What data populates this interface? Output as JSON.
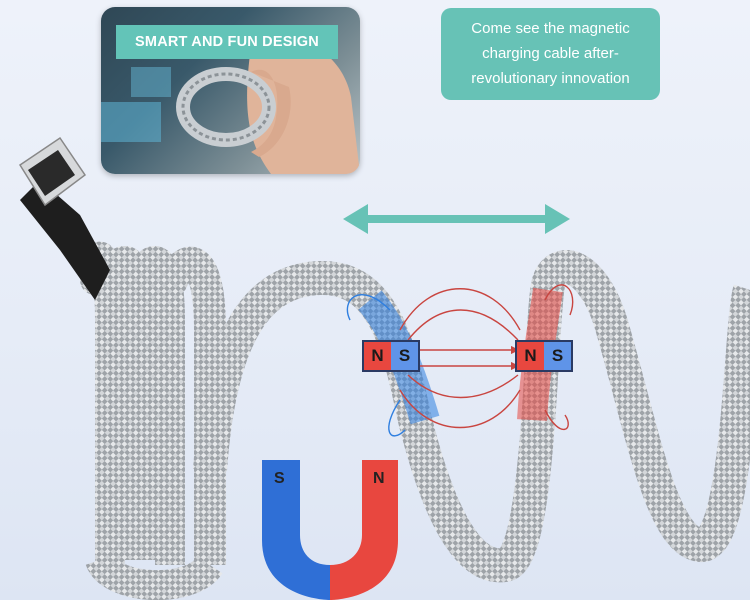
{
  "inset": {
    "label": "SMART AND FUN DESIGN"
  },
  "callout": {
    "lines": [
      "Come see the magnetic",
      "charging cable after-",
      "revolutionary innovation"
    ]
  },
  "magnets": {
    "left_n": "N",
    "left_s": "S",
    "right_n": "N",
    "right_s": "S",
    "horseshoe_s": "S",
    "horseshoe_n": "N"
  },
  "colors": {
    "accent": "#67c2b6",
    "north": "#e8473f",
    "south": "#2f6fd6"
  }
}
